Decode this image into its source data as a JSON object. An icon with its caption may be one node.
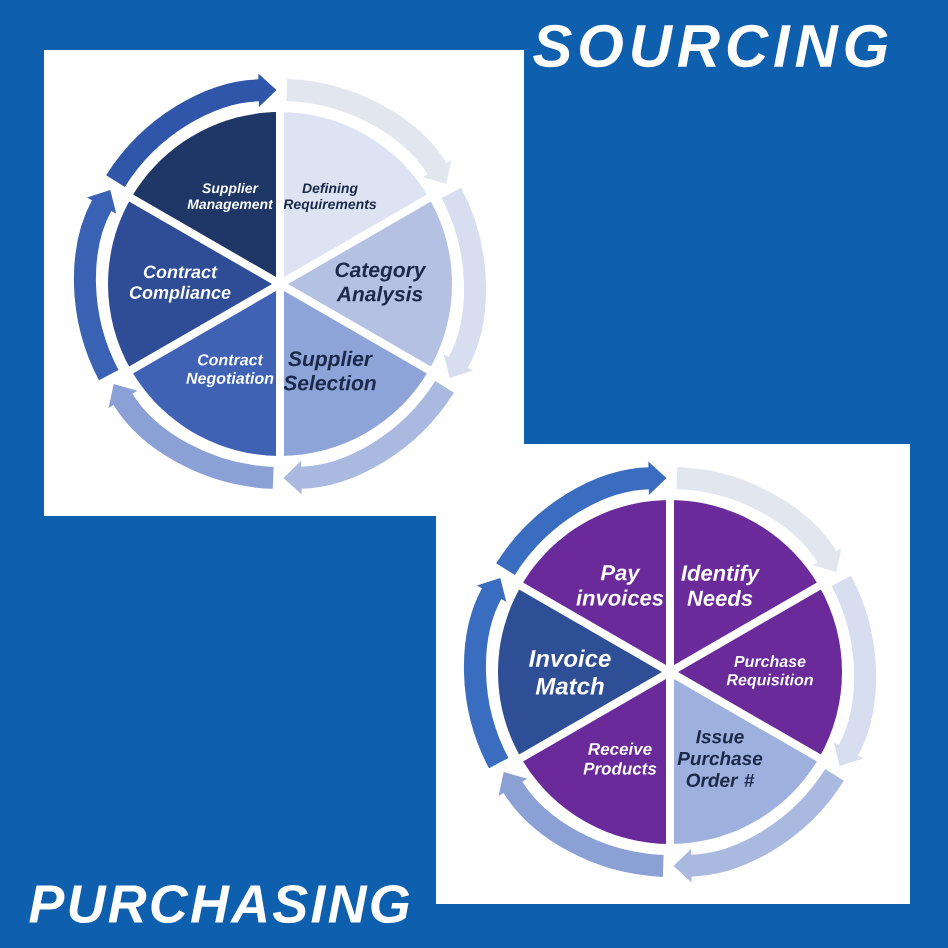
{
  "diagram": {
    "nodes": [
      {
        "text": [
          "Supplier Management"
        ]
      },
      {
        "text": [
          "Defining Requirements"
        ]
      },
      {
        "text": [
          "Category Analysis"
        ]
      },
      {
        "text": [
          "Supplier Selection"
        ]
      },
      {
        "text": [
          "Contract Negotiation"
        ]
      },
      {
        "text": [
          "Contract Compliance"
        ]
      },
      {
        "text": [
          "Pay invoices"
        ]
      },
      {
        "text": [
          "Identify Needs"
        ]
      },
      {
        "text": [
          "Purchase Requisition"
        ]
      },
      {
        "text": [
          "Issue Purchase Order #"
        ]
      },
      {
        "text": [
          "Receive Products"
        ]
      },
      {
        "text": [
          "Invoice Match"
        ]
      }
    ],
    "edges": [
      {
        "from": 0,
        "to": 1,
        "arrow": "to",
        "color": "#2f56a8"
      },
      {
        "from": 1,
        "to": 2,
        "arrow": "to",
        "color": "#e2e6ee"
      },
      {
        "from": 2,
        "to": 3,
        "arrow": "to",
        "color": "#d6def0"
      },
      {
        "from": 3,
        "to": 4,
        "arrow": "to",
        "color": "#a9b9e0"
      },
      {
        "from": 4,
        "to": 5,
        "arrow": "to",
        "color": "#8ba1d6"
      },
      {
        "from": 5,
        "to": 0,
        "arrow": "to",
        "color": "#3a62b4"
      },
      {
        "from": 6,
        "to": 7,
        "arrow": "to",
        "color": "#3a6cc0"
      },
      {
        "from": 7,
        "to": 8,
        "arrow": "to",
        "color": "#e2e6ee"
      },
      {
        "from": 8,
        "to": 9,
        "arrow": "to",
        "color": "#d6def0"
      },
      {
        "from": 9,
        "to": 10,
        "arrow": "to",
        "color": "#a9b9e0"
      },
      {
        "from": 10,
        "to": 11,
        "arrow": "to",
        "color": "#8ba1d6"
      },
      {
        "from": 11,
        "to": 6,
        "arrow": "to",
        "color": "#3a6cc0"
      }
    ],
    "labels": [
      "SOURCING",
      "PURCHASING"
    ]
  }
}
